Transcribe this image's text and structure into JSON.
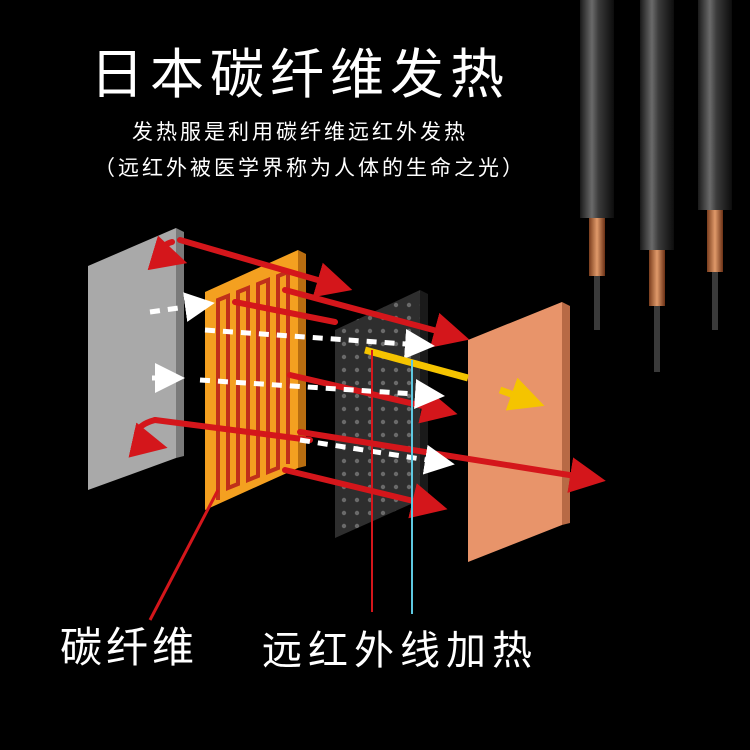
{
  "heading": {
    "title": "日本碳纤维发热",
    "subtitle_line1": "发热服是利用碳纤维远红外发热",
    "subtitle_line2": "（远红外被医学界称为人体的生命之光）"
  },
  "labels": {
    "carbon_fiber": "碳纤维",
    "far_infrared_heating": "远红外线加热"
  },
  "colors": {
    "background": "#000000",
    "text": "#ffffff",
    "arrow_red": "#d4161b",
    "carbon_element": "#f4a020",
    "outer_panel": "#e8946a",
    "inner_panel": "#a9a9a9",
    "mesh_panel": "#2e2e2e",
    "cable_core": "#c8784a"
  },
  "icons": [
    "red-arrow-icon",
    "white-dashed-arrow-icon",
    "yellow-arrow-icon",
    "cable-icon"
  ]
}
